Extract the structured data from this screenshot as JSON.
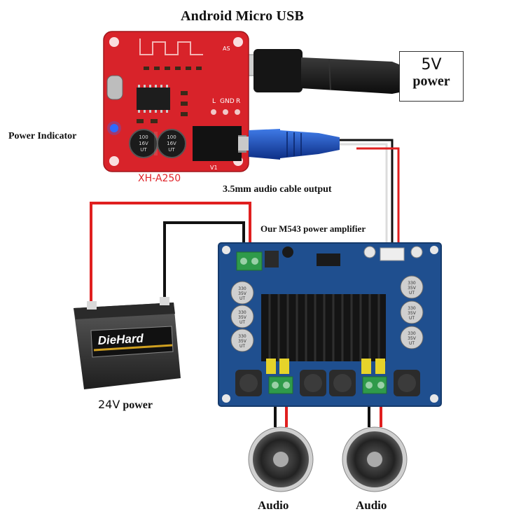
{
  "labels": {
    "usb_title": "Android Micro USB",
    "power_5v_value": "5V",
    "power_5v_label": "power",
    "power_indicator": "Power Indicator",
    "bt_module_model": "XH-A250",
    "audio_cable": "3.5mm audio cable output",
    "amplifier": "Our M543 power amplifier",
    "battery_voltage": "24V",
    "battery_power": "power",
    "speaker_left": "Audio",
    "speaker_right": "Audio"
  },
  "bt_module": {
    "board_marks": [
      "L",
      "GND",
      "R",
      "AS",
      "V1"
    ],
    "capacitor_text": [
      "100",
      "16V",
      "UT"
    ]
  },
  "amplifier_board": {
    "capacitor_text": [
      "330",
      "35V",
      "UT"
    ]
  },
  "battery": {
    "brand": "DieHard"
  },
  "colors": {
    "bt_board": "#d8232a",
    "amp_board": "#1f4f8f",
    "wire_red": "#e01f1f",
    "wire_black": "#111111",
    "heatsink": "#1a1a1a",
    "jack_blue": "#1646b8"
  }
}
